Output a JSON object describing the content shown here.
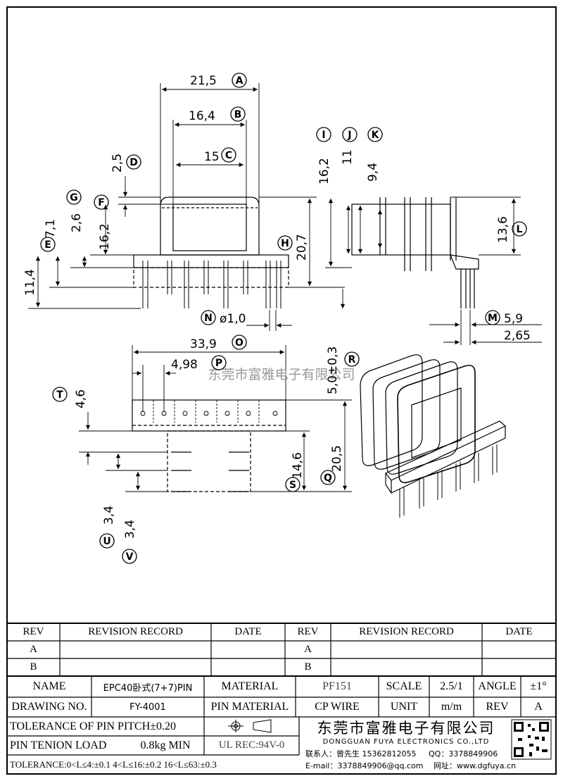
{
  "dimensions": {
    "A": "21,5",
    "B": "16,4",
    "C": "15",
    "D": "2,5",
    "E": "7,1",
    "F": "2,6",
    "G": "16,2",
    "E2": "11,4",
    "H": "20,7",
    "I": "16,2",
    "J": "11",
    "K": "9,4",
    "L": "13,6",
    "M": "5,9",
    "M2": "2,65",
    "N": "ø1,0",
    "O": "33,9",
    "P": "4,98",
    "R": "5,0±0,3",
    "T": "4,6",
    "S": "14,6",
    "Q": "20,5",
    "U": "3,4",
    "V": "3,4"
  },
  "markers": [
    "A",
    "B",
    "C",
    "D",
    "E",
    "F",
    "G",
    "H",
    "I",
    "J",
    "K",
    "L",
    "M",
    "N",
    "O",
    "P",
    "Q",
    "R",
    "S",
    "T",
    "U",
    "V"
  ],
  "watermark": "东莞市富雅电子有限公司",
  "revision_table": {
    "headers": [
      "REV",
      "REVISION RECORD",
      "DATE",
      "REV",
      "REVISION RECORD",
      "DATE"
    ],
    "rows": [
      "A",
      "B"
    ]
  },
  "title_block": {
    "name_label": "NAME",
    "name_value": "EPC40卧式(7+7)PIN",
    "material_label": "MATERIAL",
    "material_value": "PF151",
    "scale_label": "SCALE",
    "scale_value": "2.5/1",
    "angle_label": "ANGLE",
    "angle_value": "±1°",
    "drawing_no_label": "DRAWING NO.",
    "drawing_no_value": "FY-4001",
    "pin_material_label": "PIN MATERIAL",
    "pin_material_value": "CP WIRE",
    "unit_label": "UNIT",
    "unit_value": "m/m",
    "rev_label": "REV",
    "rev_value": "A",
    "tol_pitch": "TOLERANCE OF PIN PITCH±0.20",
    "pin_load_label": "PIN TENION LOAD",
    "pin_load_value": "0.8kg MIN",
    "ul_rec": "UL REC:94V-0",
    "tolerance": "TOLERANCE:0<L≤4:±0.1  4<L≤16:±0.2  16<L≤63:±0.3",
    "company_cn": "东莞市富雅电子有限公司",
    "company_en": "DONGGUAN FUYA ELECTRONICS CO.,LTD",
    "contact": "联系人：曾先生 15362812055",
    "qq": "QQ：3378849906",
    "email": "E-mail：3378849906@qq.com",
    "website": "网址：www.dgfuya.cn"
  }
}
